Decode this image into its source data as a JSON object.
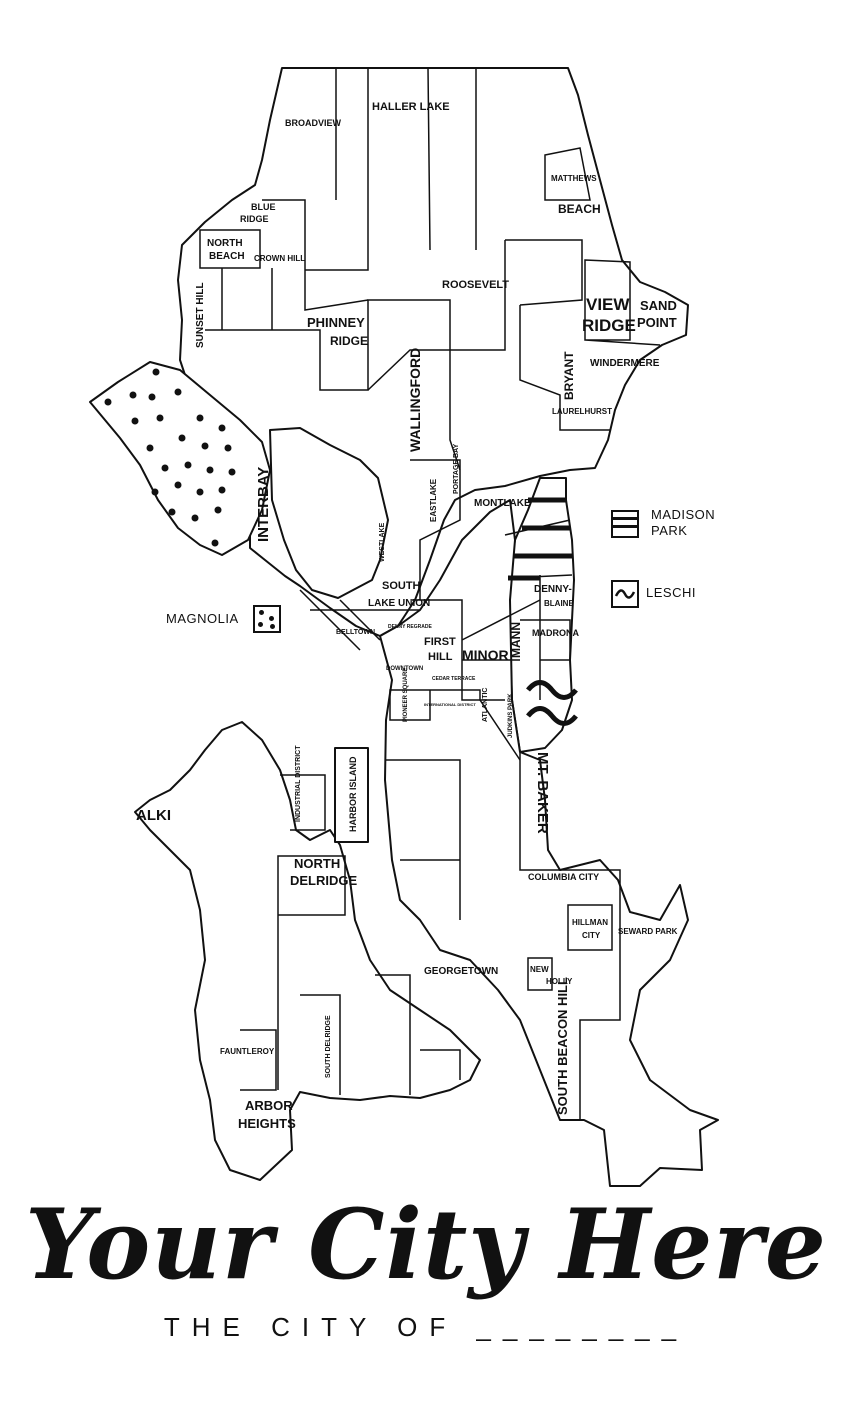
{
  "title": "Your City Here",
  "subtitle": "THE CITY OF ________",
  "legend": {
    "madison_park": [
      "MADISON",
      "PARK"
    ],
    "leschi": "LESCHI",
    "magnolia": "MAGNOLIA"
  },
  "neighborhoods": {
    "broadview": "BROADVIEW",
    "haller_lake": "HALLER LAKE",
    "matthews": "MATTHEWS",
    "beach": "BEACH",
    "blue": "BLUE",
    "ridge_blue": "RIDGE",
    "north": "NORTH",
    "beach_north": "BEACH",
    "crown_hill": "CROWN HILL",
    "sunset_hill": "SUNSET HILL",
    "roosevelt": "ROOSEVELT",
    "view": "VIEW",
    "ridge_view": "RIDGE",
    "sand": "SAND",
    "point": "POINT",
    "phinney": "PHINNEY",
    "ridge_phinney": "RIDGE",
    "windermere": "WINDERMERE",
    "bryant": "BRYANT",
    "wallingford": "WALLINGFORD",
    "laurelhurst": "LAURELHURST",
    "interbay": "INTERBAY",
    "eastlake": "EASTLAKE",
    "portage_bay": "PORTAGE BAY",
    "montlake": "MONTLAKE",
    "westlake": "WESTLAKE",
    "south": "SOUTH",
    "lake_union": "LAKE UNION",
    "denny": "DENNY-",
    "blaine": "BLAINE",
    "belltown": "BELLTOWN",
    "denny_regrade": "DENNY REGRADE",
    "first": "FIRST",
    "hill": "HILL",
    "minor": "MINOR",
    "mann": "MANN",
    "madrona": "MADRONA",
    "downtown": "DOWNTOWN",
    "cedar_terrace": "CEDAR TERRACE",
    "pioneer_square": "PIONEER SQUARE",
    "international_district": "INTERNATIONAL DISTRICT",
    "atlantic": "ATLANTIC",
    "judkins_park": "JUDKINS PARK",
    "alki": "ALKI",
    "industrial_district": "INDUSTRIAL DISTRICT",
    "harbor_island": "HARBOR ISLAND",
    "mt_baker": "MT. BAKER",
    "north_d": "NORTH",
    "delridge": "DELRIDGE",
    "columbia_city": "COLUMBIA CITY",
    "hillman": "HILLMAN",
    "city_hillman": "CITY",
    "seward_park": "SEWARD PARK",
    "georgetown": "GEORGETOWN",
    "new": "NEW",
    "holly": "HOLLY",
    "fauntleroy": "FAUNTLEROY",
    "south_delridge": "SOUTH DELRIDGE",
    "south_beacon_hill": "SOUTH BEACON HILL",
    "arbor": "ARBOR",
    "heights": "HEIGHTS"
  }
}
